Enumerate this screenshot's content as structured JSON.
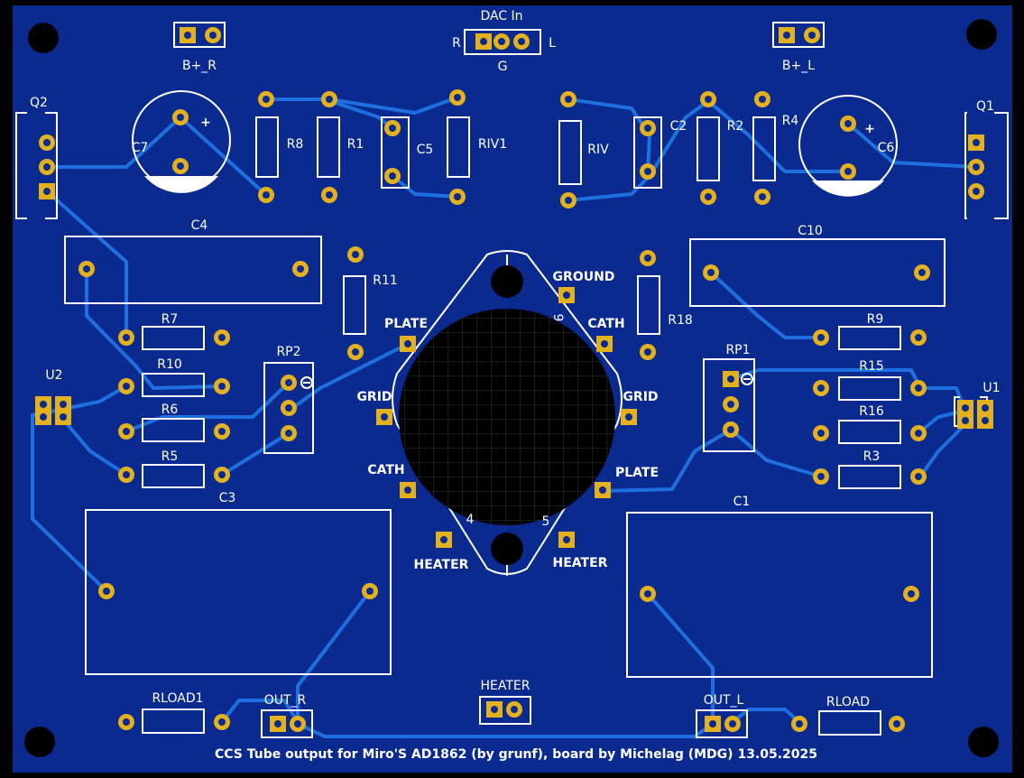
{
  "colors": {
    "board": "#0b2a8f",
    "background": "#000000",
    "trace": "#1e6fe0",
    "pad": "#e3b11d",
    "silkscreen": "#ffffff",
    "tube_socket": "#000000"
  },
  "connectors": {
    "dac_in": {
      "title": "DAC In",
      "left": "R",
      "right": "L",
      "bottom": "G"
    },
    "b_plus_r": "B+_R",
    "b_plus_l": "B+_L",
    "heater": "HEATER",
    "out_r": "OUT_R",
    "out_l": "OUT_L"
  },
  "transistors": {
    "q2": "Q2",
    "q1": "Q1"
  },
  "regulators": {
    "u2": "U2",
    "u1": "U1"
  },
  "capacitors": {
    "c7": "C7",
    "c6": "C6",
    "c5": "C5",
    "c2": "C2",
    "c4": "C4",
    "c10": "C10",
    "c3": "C3",
    "c1": "C1",
    "polarity": "+"
  },
  "resistors": {
    "r8": "R8",
    "r1": "R1",
    "riv1": "RIV1",
    "riv": "RIV",
    "r2": "R2",
    "r4": "R4",
    "r11": "R11",
    "r18": "R18",
    "r7": "R7",
    "r10": "R10",
    "r6": "R6",
    "r5": "R5",
    "r9": "R9",
    "r15": "R15",
    "r16": "R16",
    "r3": "R3",
    "rload1": "RLOAD1",
    "rload": "RLOAD"
  },
  "trimmers": {
    "rp2": "RP2",
    "rp1": "RP1"
  },
  "tube_socket": {
    "ground": "GROUND",
    "plate_left": "PLATE",
    "cath_right": "CATH",
    "grid_left": "GRID",
    "grid_right": "GRID",
    "cath_left": "CATH",
    "plate_right": "PLATE",
    "heater_left": "HEATER",
    "heater_right": "HEATER",
    "pin_9": "9",
    "pin_4": "4",
    "pin_5": "5"
  },
  "footer": "CCS Tube output for Miro'S AD1862 (by grunf), board by Michelag (MDG) 13.05.2025"
}
